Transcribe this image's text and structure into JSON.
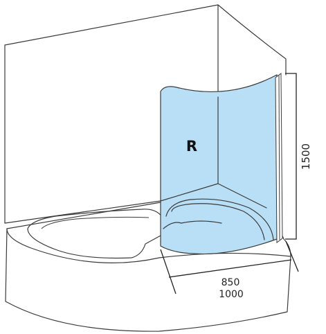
{
  "labels": {
    "panel_side": "R",
    "height": "1500",
    "width_screen": "850",
    "width_bath": "1000"
  },
  "colors": {
    "glass": "#b8dff5",
    "outline": "#3a3a3a"
  }
}
